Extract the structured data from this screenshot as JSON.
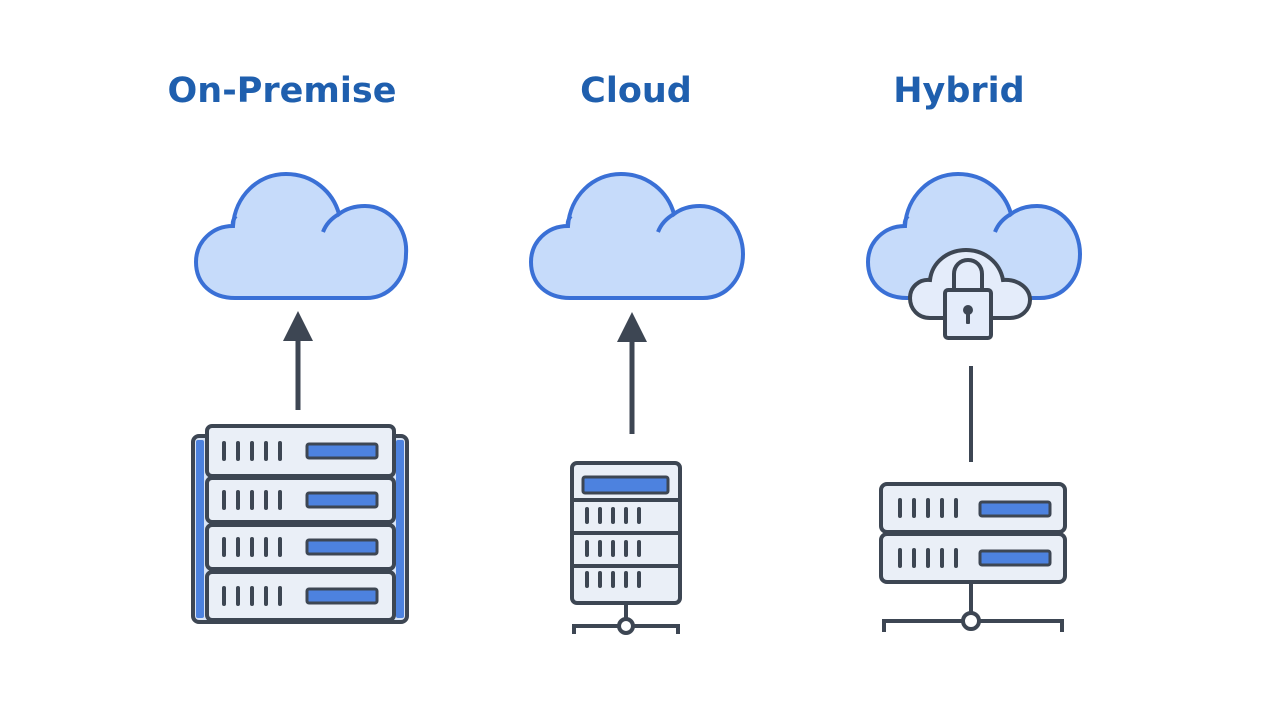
{
  "columns": [
    {
      "title": "On-Premise",
      "connector": "arrow-up",
      "cloud_icon": "cloud-icon",
      "hardware_icon": "server-rack-icon"
    },
    {
      "title": "Cloud",
      "connector": "arrow-up",
      "cloud_icon": "cloud-icon",
      "hardware_icon": "server-tower-icon"
    },
    {
      "title": "Hybrid",
      "connector": "line",
      "cloud_icon": "secure-cloud-icon",
      "hardware_icon": "server-unit-icon"
    }
  ],
  "colors": {
    "title": "#1f5fae",
    "cloud_fill": "#c6dbfa",
    "cloud_stroke": "#3a70d6",
    "hardware_stroke": "#3d4653",
    "hardware_fill": "#eaeff7",
    "hardware_inner": "#d9e4f5",
    "accent_slot": "#4d82df",
    "lock_cloud_fill": "#e4ecfa"
  }
}
